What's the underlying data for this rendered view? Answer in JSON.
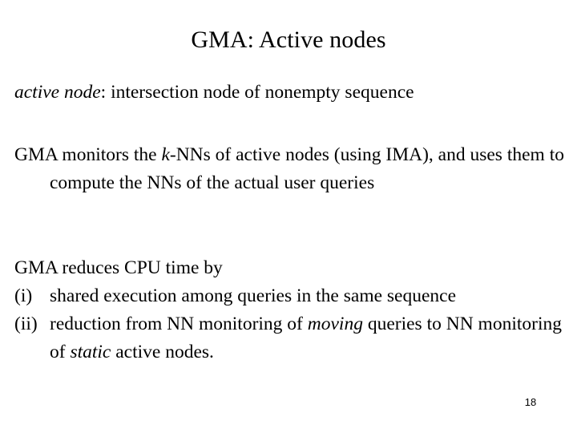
{
  "slide": {
    "title": "GMA: Active nodes",
    "page_number": "18",
    "background_color": "#ffffff",
    "text_color": "#000000",
    "definition": {
      "term": "active node",
      "separator": ": ",
      "body": "intersection node of nonempty sequence"
    },
    "paragraph": {
      "part1": "GMA monitors the ",
      "italic1": "k",
      "part2": "-NNs of active nodes (using IMA), and uses them to compute the NNs of the actual user queries"
    },
    "benefits_heading": "GMA reduces CPU time by",
    "benefits": [
      {
        "marker": "(i)",
        "text": "shared execution among queries in the same sequence"
      },
      {
        "marker": "(ii)",
        "prefix": "reduction from NN monitoring of ",
        "italic": "moving",
        "middle": " queries to NN monitoring of ",
        "italic2": "static",
        "suffix": " active nodes."
      }
    ]
  }
}
